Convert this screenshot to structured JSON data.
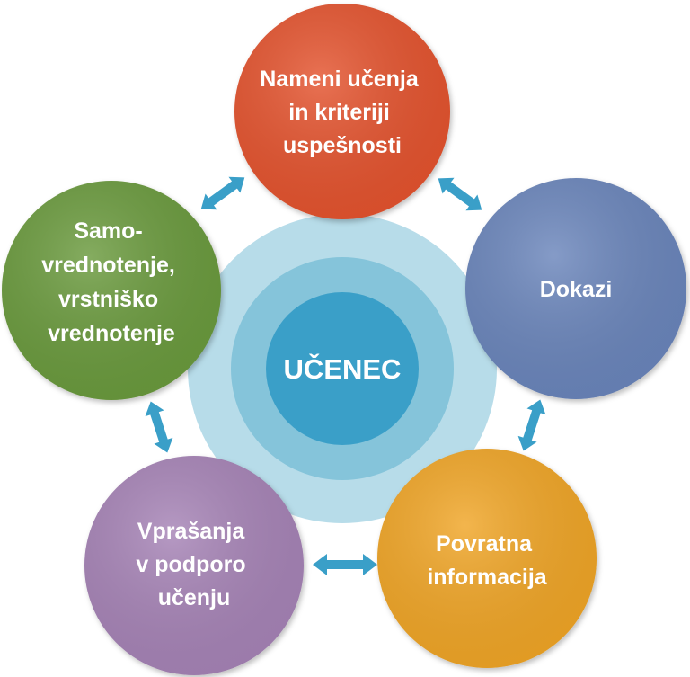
{
  "center": {
    "label": "UČENEC"
  },
  "nodes": [
    {
      "id": "learning-intentions",
      "lines": [
        "Nameni učenja",
        "in kriteriji",
        "uspešnosti"
      ],
      "color": "#e4532d"
    },
    {
      "id": "evidence",
      "lines": [
        "Dokazi"
      ],
      "color": "#6a85bb"
    },
    {
      "id": "feedback",
      "lines": [
        "Povratna",
        "informacija"
      ],
      "color": "#f0a526"
    },
    {
      "id": "questions",
      "lines": [
        "Vprašanja",
        "v podporo",
        "učenju"
      ],
      "color": "#a683b6"
    },
    {
      "id": "self-peer-assessment",
      "lines": [
        "Samo-",
        "vrednotenje,",
        "vrstniško",
        "vrednotenje"
      ],
      "color": "#6b9a3c"
    }
  ],
  "colors": {
    "arrow": "#3a9fc8",
    "ring_outer": "#b7dce9",
    "ring_middle": "#85c4da",
    "ring_inner": "#3a9fc8"
  }
}
